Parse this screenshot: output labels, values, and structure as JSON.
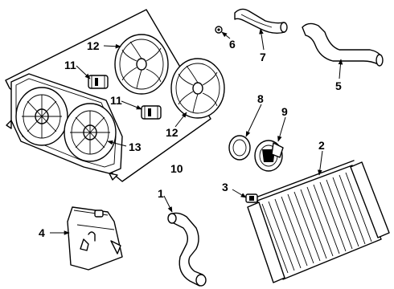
{
  "callouts": {
    "c1": "1",
    "c2": "2",
    "c3": "3",
    "c4": "4",
    "c5": "5",
    "c6": "6",
    "c7": "7",
    "c8": "8",
    "c9": "9",
    "c10": "10",
    "c11a": "11",
    "c11b": "11",
    "c12a": "12",
    "c12b": "12",
    "c13": "13"
  },
  "parts": [
    {
      "callout": "1",
      "name": "lower-radiator-hose"
    },
    {
      "callout": "2",
      "name": "radiator"
    },
    {
      "callout": "3",
      "name": "drain-cock"
    },
    {
      "callout": "4",
      "name": "coolant-reservoir"
    },
    {
      "callout": "5",
      "name": "upper-radiator-hose"
    },
    {
      "callout": "6",
      "name": "hose-clamp"
    },
    {
      "callout": "7",
      "name": "thermostat-outlet-hose"
    },
    {
      "callout": "8",
      "name": "thermostat-gasket"
    },
    {
      "callout": "9",
      "name": "thermostat-housing"
    },
    {
      "callout": "10",
      "name": "cooling-fan-assembly"
    },
    {
      "callout": "11",
      "name": "fan-motor"
    },
    {
      "callout": "12",
      "name": "fan-blade"
    },
    {
      "callout": "13",
      "name": "fan-shroud"
    }
  ]
}
